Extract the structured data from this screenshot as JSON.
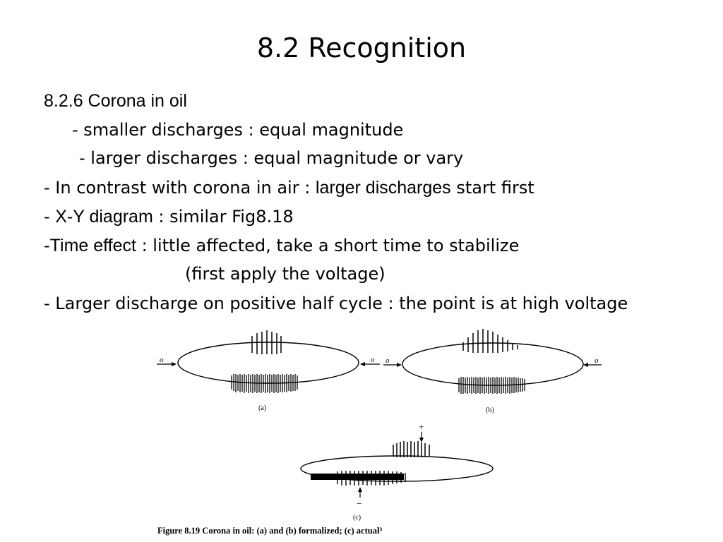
{
  "slide": {
    "title": "8.2 Recognition",
    "heading": "8.2.6 Corona in oil",
    "b1": "- smaller discharges : equal magnitude",
    "b2": "- larger discharges : equal magnitude or vary",
    "b3_pre": "- In contrast with corona in air : ",
    "b3_hl": "larger discharges",
    "b3_post": " start first",
    "b4_pre": "- ",
    "b4_hl": "X-Y diagram",
    "b4_post": " : similar Fig8.18",
    "b5_pre": "-",
    "b5_hl": "Time effect",
    "b5_post": " : little affected, take a short time to stabilize",
    "b5_cont": "(first apply the voltage)",
    "b6": "- Larger discharge on positive half cycle : the point is at high voltage"
  },
  "figure": {
    "label_a": "(a)",
    "label_b": "(b)",
    "label_c": "(c)",
    "origin_a_left": "o",
    "origin_a_right": "o",
    "origin_b_left": "o",
    "origin_b_right": "o",
    "plus": "+",
    "minus": "−",
    "caption": "Figure 8.19 Corona in oil: (a) and (b) formalized; (c) actual³"
  }
}
